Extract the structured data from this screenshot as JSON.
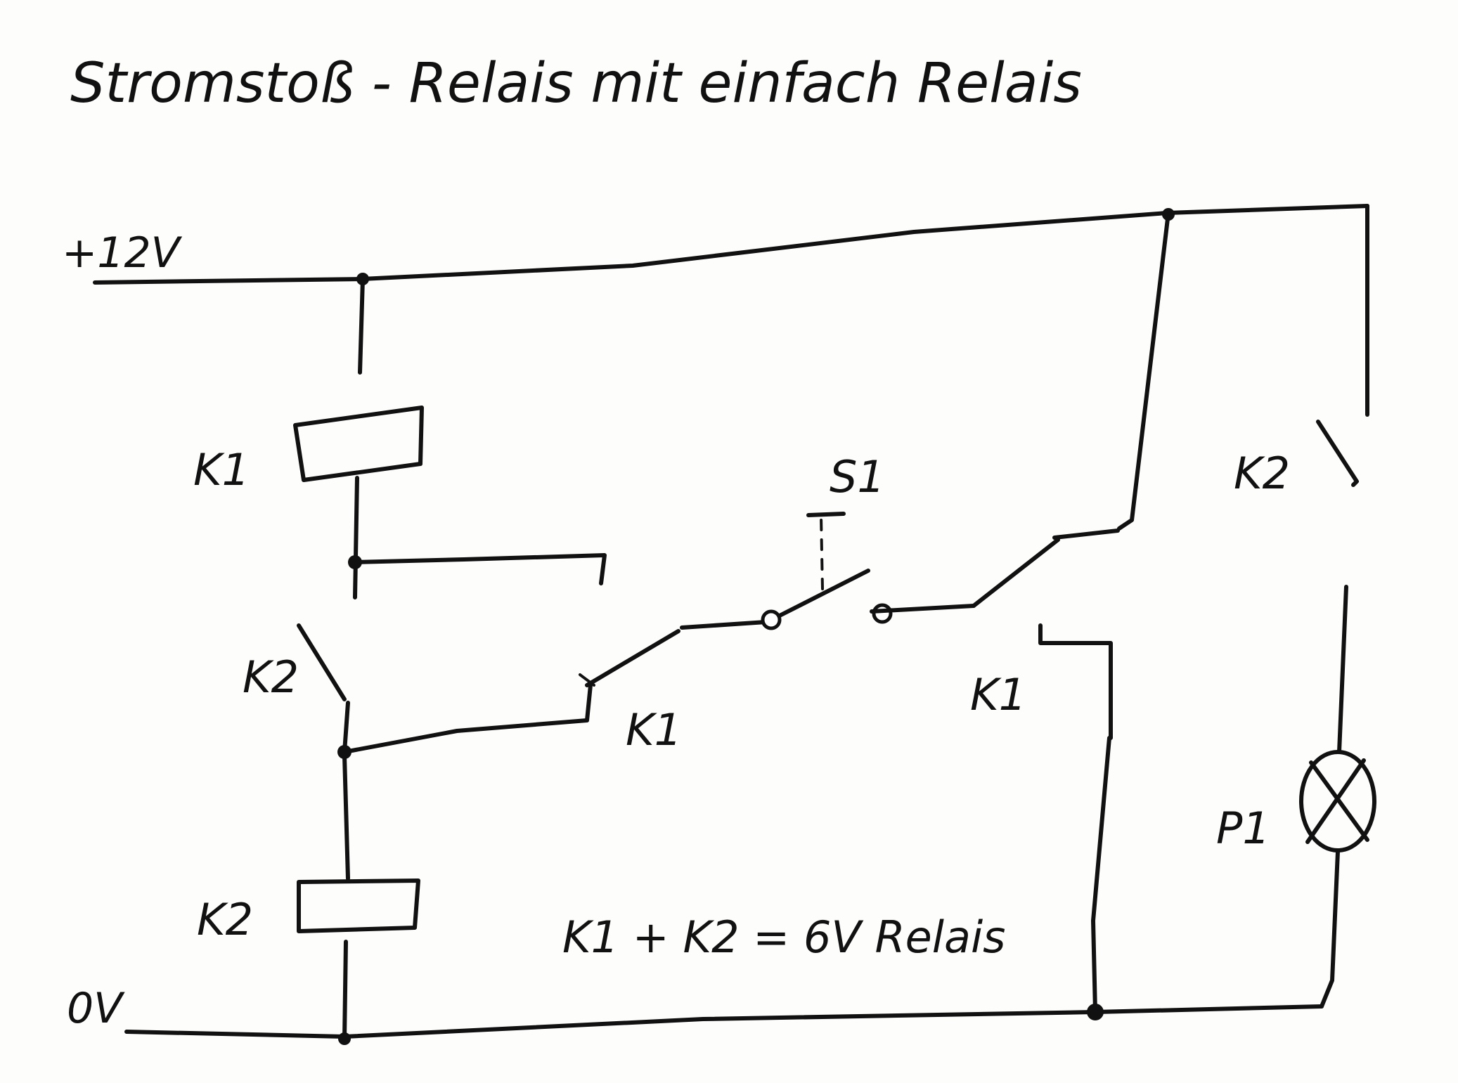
{
  "title": "Stromstoß - Relais mit einfach Relais",
  "rails": {
    "positive_label": "+12V",
    "ground_label": "0V"
  },
  "components": {
    "coil_k1_label": "K1",
    "coil_k2_label": "K2",
    "contact_k2_left_label": "K2",
    "contact_k1_center_label": "K1",
    "switch_s1_label": "S1",
    "contact_k1_right_label": "K1",
    "contact_k2_right_label": "K2",
    "lamp_p1_label": "P1"
  },
  "note": "K1 + K2 = 6V Relais"
}
